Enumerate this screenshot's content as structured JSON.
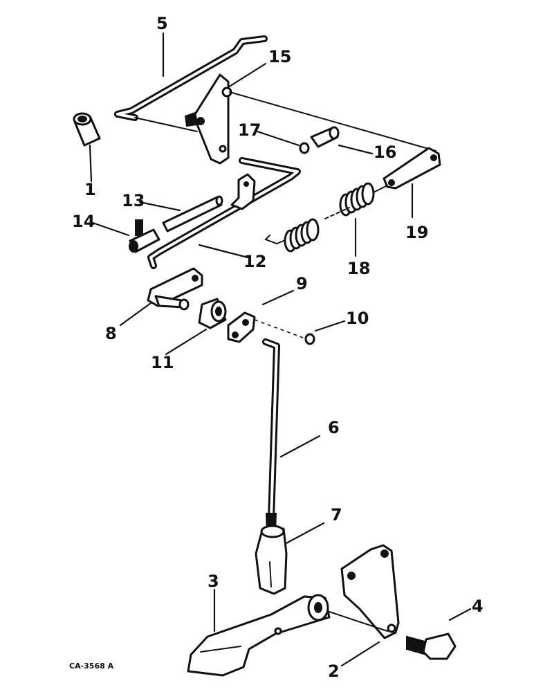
{
  "diagram": {
    "drawing_code": "CA-3568 A",
    "callouts": [
      "1",
      "2",
      "3",
      "4",
      "5",
      "6",
      "7",
      "8",
      "9",
      "10",
      "11",
      "12",
      "13",
      "14",
      "15",
      "16",
      "17",
      "18",
      "19"
    ]
  }
}
